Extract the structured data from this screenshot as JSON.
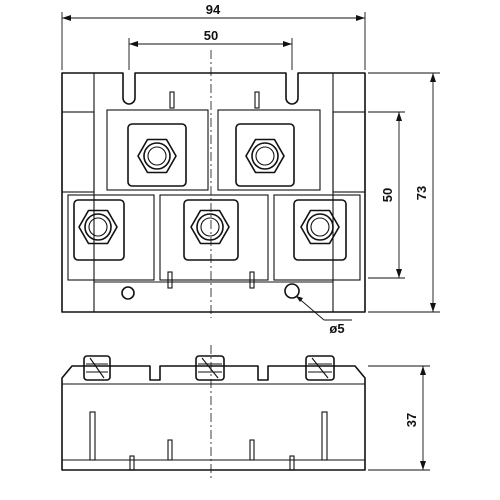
{
  "dimensions": {
    "overall_width": "94",
    "slot_spacing": "50",
    "terminal_spacing_vertical": "50",
    "overall_depth": "73",
    "mounting_hole_diameter": "ø5",
    "height": "37"
  },
  "views": [
    "top-view",
    "side-view"
  ]
}
